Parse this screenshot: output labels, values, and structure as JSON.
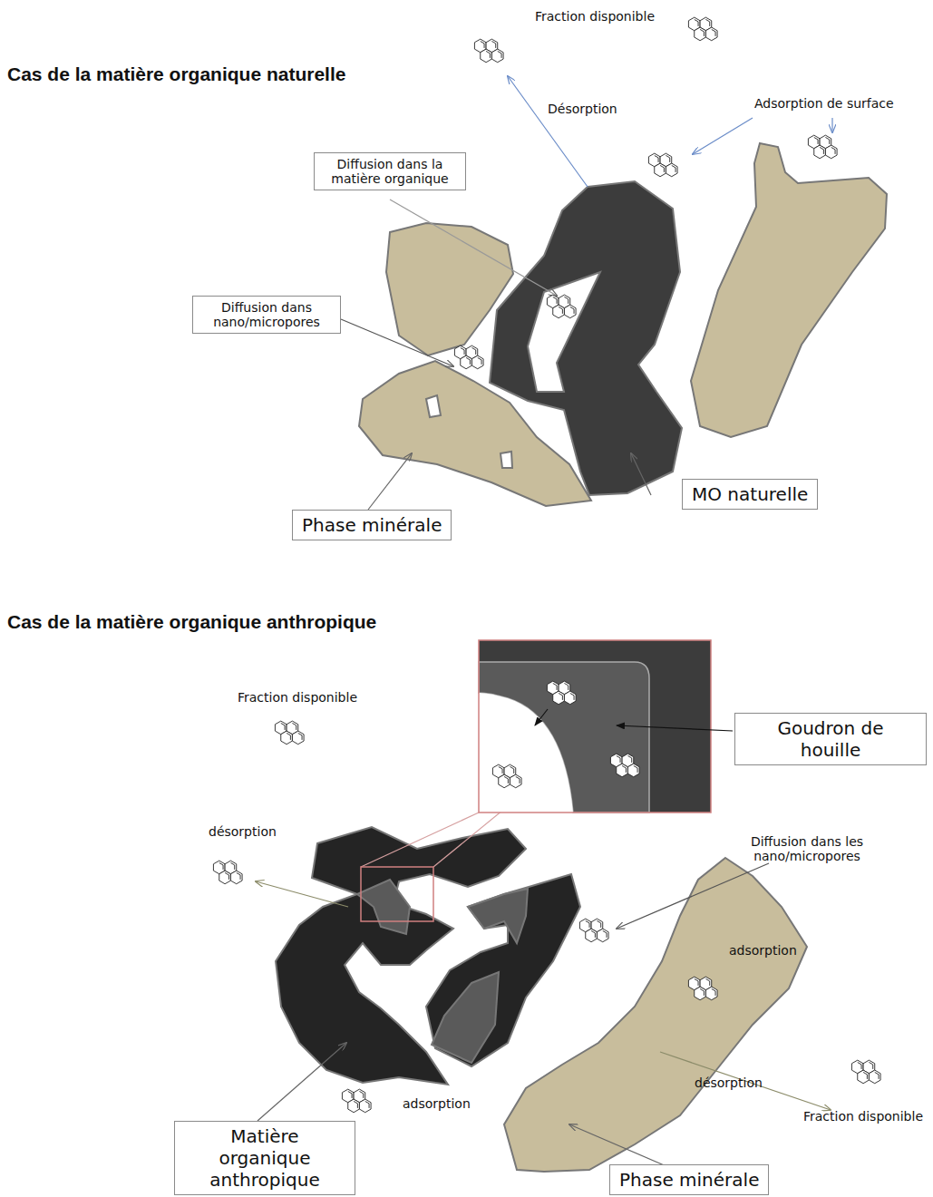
{
  "diagram": {
    "nodes": [
      {
        "text": [
          "Diffusion dans la matière organique"
        ]
      },
      {
        "text": [
          "Diffusion dans nano/micropores"
        ]
      },
      {
        "text": [
          "MO naturelle"
        ]
      },
      {
        "text": [
          "Phase minérale"
        ]
      },
      {
        "text": [
          "Goudron de houille"
        ]
      },
      {
        "text": [
          "Matière organique anthropique"
        ]
      },
      {
        "text": [
          "Phase minérale"
        ]
      }
    ],
    "labels": [
      "Cas de la matière organique naturelle",
      "Fraction disponible",
      "Désorption",
      "Adsorption de surface",
      "Cas de la matière organique anthropique",
      "Fraction disponible",
      "désorption",
      "Diffusion dans les nano/micropores",
      "adsorption",
      "désorption",
      "Fraction disponible",
      "adsorption"
    ]
  }
}
